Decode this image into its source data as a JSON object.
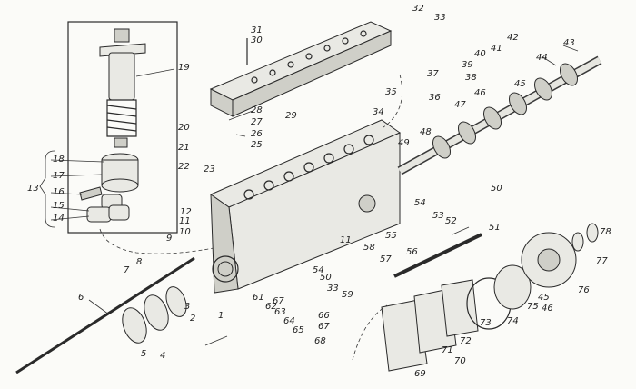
{
  "callouts": [
    {
      "n": "1"
    },
    {
      "n": "2"
    },
    {
      "n": "3"
    },
    {
      "n": "4"
    },
    {
      "n": "5"
    },
    {
      "n": "6"
    },
    {
      "n": "7"
    },
    {
      "n": "8"
    },
    {
      "n": "9"
    },
    {
      "n": "10"
    },
    {
      "n": "11"
    },
    {
      "n": "12"
    },
    {
      "n": "13"
    },
    {
      "n": "14"
    },
    {
      "n": "15"
    },
    {
      "n": "16"
    },
    {
      "n": "17"
    },
    {
      "n": "18"
    },
    {
      "n": "19"
    },
    {
      "n": "20"
    },
    {
      "n": "21"
    },
    {
      "n": "22"
    },
    {
      "n": "23"
    },
    {
      "n": "25"
    },
    {
      "n": "26"
    },
    {
      "n": "27"
    },
    {
      "n": "28"
    },
    {
      "n": "29"
    },
    {
      "n": "30"
    },
    {
      "n": "31"
    },
    {
      "n": "32"
    },
    {
      "n": "33"
    },
    {
      "n": "34"
    },
    {
      "n": "35"
    },
    {
      "n": "36"
    },
    {
      "n": "37"
    },
    {
      "n": "38"
    },
    {
      "n": "39"
    },
    {
      "n": "40"
    },
    {
      "n": "41"
    },
    {
      "n": "42"
    },
    {
      "n": "43"
    },
    {
      "n": "44"
    },
    {
      "n": "45"
    },
    {
      "n": "46"
    },
    {
      "n": "47"
    },
    {
      "n": "48"
    },
    {
      "n": "49"
    },
    {
      "n": "50"
    },
    {
      "n": "51"
    },
    {
      "n": "52"
    },
    {
      "n": "53"
    },
    {
      "n": "54"
    },
    {
      "n": "55"
    },
    {
      "n": "56"
    },
    {
      "n": "57"
    },
    {
      "n": "58"
    },
    {
      "n": "59"
    },
    {
      "n": "61"
    },
    {
      "n": "62"
    },
    {
      "n": "63"
    },
    {
      "n": "64"
    },
    {
      "n": "65"
    },
    {
      "n": "66"
    },
    {
      "n": "67"
    },
    {
      "n": "68"
    },
    {
      "n": "69"
    },
    {
      "n": "70"
    },
    {
      "n": "71"
    },
    {
      "n": "72"
    },
    {
      "n": "73"
    },
    {
      "n": "74"
    },
    {
      "n": "75"
    },
    {
      "n": "76"
    },
    {
      "n": "77"
    },
    {
      "n": "78"
    },
    {
      "n": "11"
    },
    {
      "n": "33"
    },
    {
      "n": "45"
    },
    {
      "n": "46"
    },
    {
      "n": "50"
    },
    {
      "n": "54"
    },
    {
      "n": "67"
    }
  ]
}
